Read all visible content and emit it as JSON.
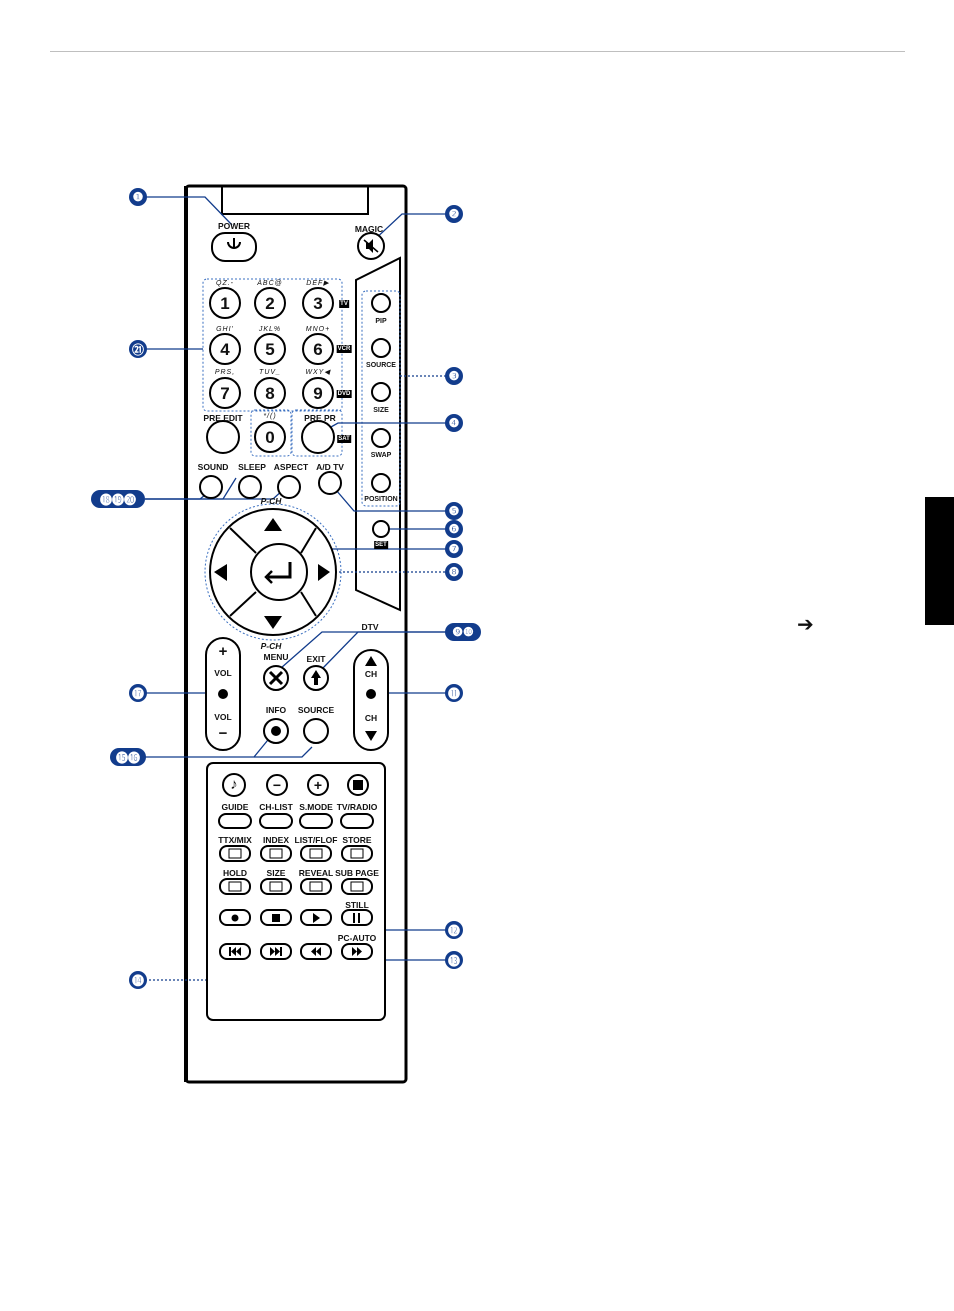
{
  "buttons": {
    "power": "POWER",
    "magic": "MAGIC",
    "pip": "PIP",
    "source_side": "SOURCE",
    "size_side": "SIZE",
    "swap": "SWAP",
    "position": "POSITION",
    "set_tag": "SET",
    "pre_edit": "PRE EDIT",
    "pre_pr": "PRE PR",
    "sound": "SOUND",
    "sleep": "SLEEP",
    "aspect": "ASPECT",
    "ad_tv": "A/D TV",
    "p_ch_top": "P-CH",
    "p_ch_bottom": "P-CH",
    "dtv": "DTV",
    "menu": "MENU",
    "exit": "EXIT",
    "vol": "VOL",
    "ch": "CH",
    "info": "INFO",
    "source": "SOURCE",
    "guide": "GUIDE",
    "ch_list": "CH-LIST",
    "s_mode": "S.MODE",
    "tv_radio": "TV/RADIO",
    "ttx_mix": "TTX/MIX",
    "index": "INDEX",
    "list_flof": "LIST/FLOF",
    "store": "STORE",
    "hold": "HOLD",
    "size": "SIZE",
    "reveal": "REVEAL",
    "sub_page": "SUB PAGE",
    "still": "STILL",
    "pc_auto": "PC-AUTO"
  },
  "keypad": {
    "digits": [
      "1",
      "2",
      "3",
      "4",
      "5",
      "6",
      "7",
      "8",
      "9",
      "0"
    ],
    "letters": [
      "QZ.-",
      "ABC@",
      "DEF▶",
      "GHI'",
      "JKL%",
      "MNO+",
      "PRS,",
      "TUV_",
      "WXY◀",
      "*/()"
    ],
    "mode_tags": [
      "TV",
      "VCR",
      "DVD",
      "SAT"
    ]
  },
  "callouts": [
    "❶",
    "❷",
    "❸",
    "❹",
    "❺",
    "❻",
    "❼",
    "❽",
    "❾❿",
    "⓫",
    "⓬",
    "⓭",
    "⓮",
    "⓯⓰",
    "⓱",
    "⓲⓳⓴",
    "㉑"
  ],
  "colors": {
    "callout": "#123c8c",
    "remote_body": "#000000",
    "background": "#ffffff"
  },
  "icons": [
    "power-icon",
    "mute-icon",
    "enter-icon",
    "up-arrow-icon",
    "down-arrow-icon",
    "left-arrow-icon",
    "right-arrow-icon",
    "music-note-icon",
    "minus-icon",
    "plus-icon",
    "stop-icon",
    "record-icon",
    "play-icon",
    "pause-icon",
    "prev-icon",
    "next-icon",
    "rewind-icon",
    "fast-forward-icon",
    "teletext-icon",
    "right-pointer-icon"
  ]
}
